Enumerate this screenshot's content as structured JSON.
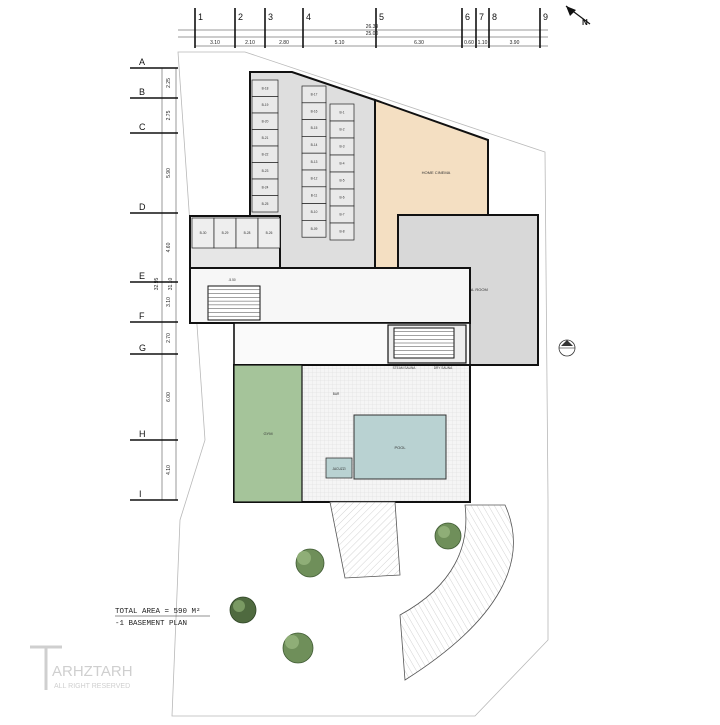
{
  "plan": {
    "total_area": "TOTAL AREA = 590 M²",
    "plan_title": "-1 BASEMENT PLAN",
    "north_label": "N"
  },
  "column_grid": {
    "labels": [
      "1",
      "2",
      "3",
      "4",
      "5",
      "6",
      "7",
      "8",
      "9"
    ],
    "overall_dims": [
      "26.39",
      "25.00"
    ],
    "span_dims": [
      "3.10",
      "2.10",
      "2.80",
      "5.10",
      "6.30",
      "0.60",
      "1.10",
      "3.90"
    ]
  },
  "row_grid": {
    "labels": [
      "A",
      "B",
      "C",
      "D",
      "E",
      "F",
      "G",
      "H",
      "I"
    ],
    "span_dims": [
      "2.25",
      "2.75",
      "5.90",
      "4.60",
      "3.10",
      "2.70",
      "6.00",
      "4.10"
    ],
    "overall_dims": [
      "32.95",
      "31.10"
    ]
  },
  "rooms": {
    "home_cinema": "HOME CINEMA",
    "mechanical_room": "MECHANICAL ROOM",
    "gym": "GYM",
    "pool": "POOL",
    "jacuzzi": "JACUZZI",
    "bar": "BAR",
    "steam_sauna": "STEAM SAUNA",
    "dry_sauna": "DRY SAUNA",
    "corridor_level": "-5.50"
  },
  "storage_units": {
    "left_col": [
      "B-18",
      "B-19",
      "B-20",
      "B-21",
      "B-22",
      "B-23",
      "B-24",
      "B-25"
    ],
    "mid_col": [
      "B-17",
      "B-16",
      "B-15",
      "B-14",
      "B-13",
      "B-12",
      "B-11",
      "B-10",
      "B-09"
    ],
    "right_col": [
      "B-1",
      "B-2",
      "B-3",
      "B-4",
      "B-5",
      "B-6",
      "B-7",
      "B-8"
    ],
    "bottom_row": [
      "B-30",
      "B-29",
      "B-28",
      "B-26"
    ]
  },
  "logo": {
    "name": "ARHZTARH",
    "tagline": "ALL RIGHT RESERVED"
  }
}
